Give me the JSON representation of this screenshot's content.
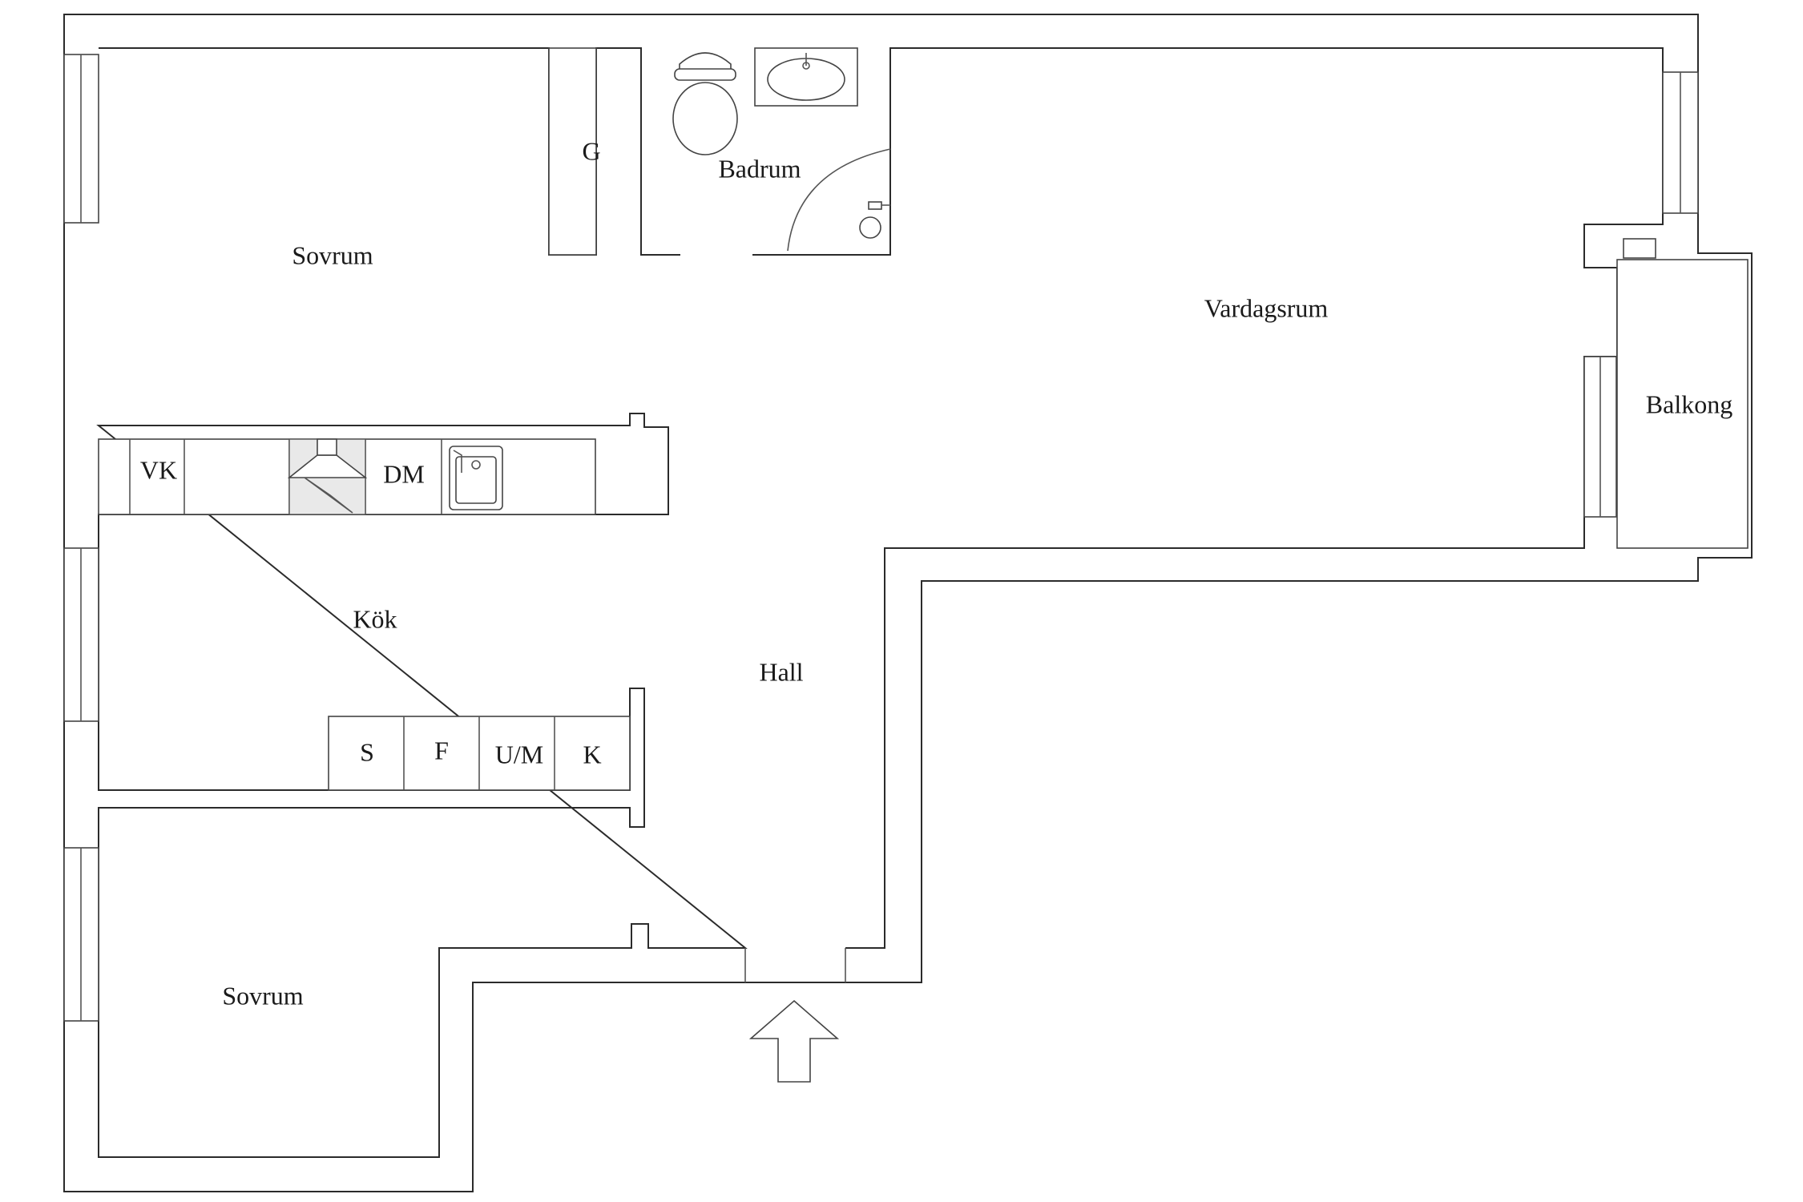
{
  "rooms": {
    "bedroom_top": "Sovrum",
    "bedroom_bottom": "Sovrum",
    "wardrobe": "G",
    "bathroom": "Badrum",
    "living_room": "Vardagsrum",
    "balcony": "Balkong",
    "kitchen": "Kök",
    "hall": "Hall"
  },
  "kitchen_fixtures": {
    "water_heater": "VK",
    "dishwasher": "DM",
    "freezer": "S",
    "fridge": "F",
    "oven_microwave": "U/M",
    "cold_storage": "K"
  },
  "icons": {
    "entrance": "entrance-arrow-icon",
    "toilet": "toilet-icon",
    "sink": "washbasin-icon",
    "shower": "shower-icon",
    "stove_hood": "stove-hood-icon",
    "kitchen_sink": "kitchen-sink-icon"
  },
  "colors": {
    "wall": "#2b2b2b",
    "background": "#ffffff"
  }
}
